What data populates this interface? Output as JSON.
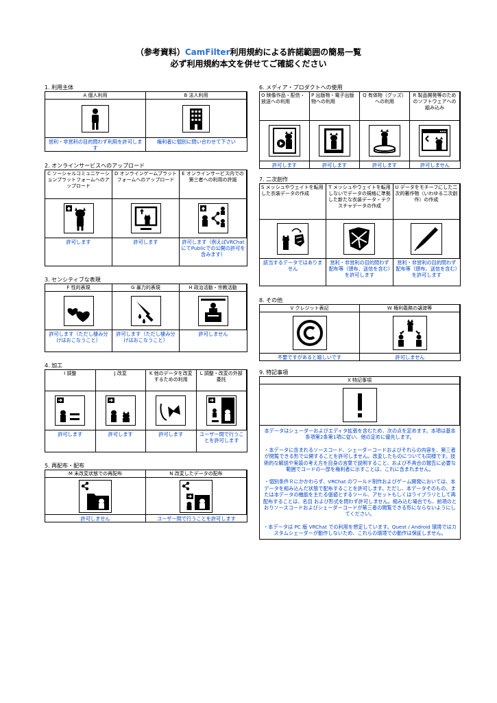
{
  "header": {
    "line1_pre": "（参考資料）",
    "line1_brand": "CamFilter",
    "line1_post": "利用規約による許諾範囲の簡易一覧",
    "line2": "必ず利用規約本文を併せてご確認ください"
  },
  "colors": {
    "brand": "#2a6fd6",
    "permission_text": "#0044cc"
  },
  "s1": {
    "title": "1. 利用主体",
    "items": [
      {
        "label": "A 個人利用",
        "icon": "person-icon",
        "permission": "営利・非営利の目的問わず利用を許可します"
      },
      {
        "label": "B 法人利用",
        "icon": "building-icon",
        "permission": "権利者に個別に問い合わせて下さい"
      }
    ]
  },
  "s2": {
    "title": "2. オンラインサービスへのアップロード",
    "items": [
      {
        "label": "C ソーシャルコミュニケーションプラットフォームへのアップロード",
        "icon": "upload-avatar-icon",
        "permission": "許可します"
      },
      {
        "label": "D オンラインゲームプラットフォームへのアップロード",
        "icon": "upload-monitor-icon",
        "permission": "許可します"
      },
      {
        "label": "E オンラインサービス内での第三者への利用の許諾",
        "icon": "share-users-icon",
        "permission": "許可します（例えばVRChatにてPublicでの公開の許可を含みます）"
      }
    ]
  },
  "s3": {
    "title": "3. センシティブな表現",
    "items": [
      {
        "label": "F 性的表現",
        "icon": "hearts-icon",
        "permission": "許可します（ただし棲み分けはおこなうこと）"
      },
      {
        "label": "G 暴力的表現",
        "icon": "knife-icon",
        "permission": "許可します（ただし棲み分けはおこなうこと）"
      },
      {
        "label": "H 政治活動・宗教活動",
        "icon": "podium-icon",
        "permission": "許可しません"
      }
    ]
  },
  "s4": {
    "title": "4. 加工",
    "items": [
      {
        "label": "I 調整",
        "icon": "adjust-icon",
        "permission": "許可します"
      },
      {
        "label": "J 改変",
        "icon": "modify-icon",
        "permission": "許可します"
      },
      {
        "label": "K 他のデータを改変するための利用",
        "icon": "bowtie-icon",
        "permission": "許可します"
      },
      {
        "label": "L 調整・改変の外部委託",
        "icon": "outsource-icon",
        "permission": "ユーザー間で行うことを許可します"
      }
    ]
  },
  "s5": {
    "title": "5. 再配布・配布",
    "items": [
      {
        "label": "M 未改変状態での再配布",
        "icon": "redistribute-icon",
        "permission": "許可しません"
      },
      {
        "label": "N 改変したデータの配布",
        "icon": "distribute-modified-icon",
        "permission": "ユーザー間で行うことを許可します"
      }
    ]
  },
  "s6": {
    "title": "6. メディア・プロダクトへの使用",
    "items": [
      {
        "label": "O 映像作品・配信・放送への利用",
        "icon": "video-icon",
        "permission": "許可します"
      },
      {
        "label": "P 出版物・電子出版物への利用",
        "icon": "book-icon",
        "permission": "許可します"
      },
      {
        "label": "Q 有体物（グッズ）への利用",
        "icon": "figure-icon",
        "permission": "許可します"
      },
      {
        "label": "R 製品開発等のためのソフトウェアへの組み込み",
        "icon": "software-icon",
        "permission": "許可しません"
      }
    ]
  },
  "s7": {
    "title": "7. 二次創作",
    "items": [
      {
        "label": "S メッシュやウェイトを転用した衣装データの作成",
        "icon": "outfit-icon",
        "permission": "該当するデータではありません"
      },
      {
        "label": "T メッシュやウェイトを転用しないでデータの規格に準拠した新たな衣装データ・テクスチャデータの作成",
        "icon": "cloth-icon",
        "permission": "営利・非営利の目的問わず配布等（頒布、送信を含む）を許可します"
      },
      {
        "label": "U データをモチーフにした二次的著作物（いわゆる二次創作）の作成",
        "icon": "pen-icon",
        "permission": "営利・非営利の目的問わず配布等（頒布、送信を含む）を許可します"
      }
    ]
  },
  "s8": {
    "title": "8. その他",
    "items": [
      {
        "label": "V クレジット表記",
        "icon": "copyright-icon",
        "permission": "不要ですがあると嬉しいです"
      },
      {
        "label": "W 権利義務の譲渡等",
        "icon": "transfer-icon",
        "permission": "許可しません"
      }
    ]
  },
  "s9": {
    "title": "9. 特記事項",
    "label": "X 特記事項",
    "icon": "exclamation-icon",
    "paragraphs": [
      "本データはシェーダーおよびエディタ拡張を含むため、次の点を定めます。本項は基本条項第2条第1項に従い、他の定めに優先します。",
      "・本データに含まれるソースコード、シェーダーコードおよびそれらの内容を、第三者が閲覧できる形で公開することを許可しません。改変したものについても同様です。技術的な解説や実装の考え方を自身の言葉で説明すること、および不具合の報告に必要な範囲でコードの一部を権利者に示すことは、これに含まれません。",
      "・個別条件Ｒにかかわらず、VRChat のワールド制作およびゲーム開発においては、本データを組み込んだ状態で配布することを許可します。ただし、本データそのもの、または本データの機能を主たる価値とするツール、アセットもしくはライブラリとして再配布することは、名目 および形式を問わず許可しません。組み込む場合でも、前項のとおりソースコードおよびシェーダーコードが第三者の閲覧できる形にならないようにしてください。",
      "・本データは PC 版 VRChat での利用を想定しています。Quest / Android 環境ではカスタムシェーダーが動作しないため、これらの環境での動作は保証しません。"
    ]
  }
}
